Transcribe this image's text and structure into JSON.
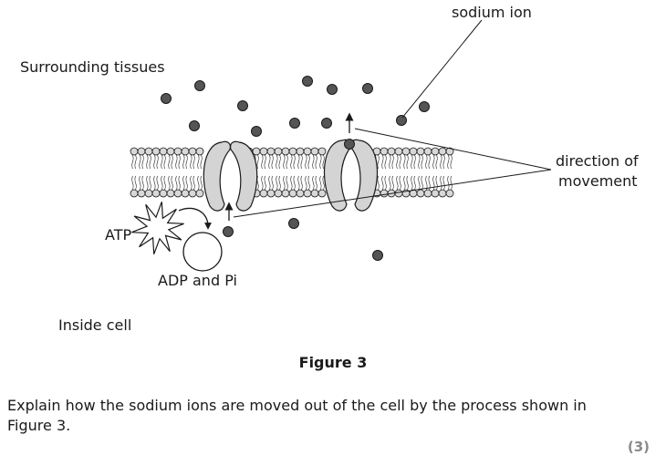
{
  "diagram": {
    "labels": {
      "sodium_ion": "sodium ion",
      "surrounding": "Surrounding tissues",
      "direction_line1": "direction of",
      "direction_line2": "movement",
      "atp": "ATP",
      "adp": "ADP and Pi",
      "inside": "Inside cell"
    },
    "colors": {
      "ion_fill": "#555555",
      "head_fill": "#d8d8d8",
      "protein_fill": "#d4d4d4",
      "stroke": "#1a1a1a"
    }
  },
  "figure": {
    "caption": "Figure 3"
  },
  "question": {
    "text": "Explain how the sodium ions are moved out of the cell by the process shown in Figure 3.",
    "marks": "(3)"
  }
}
